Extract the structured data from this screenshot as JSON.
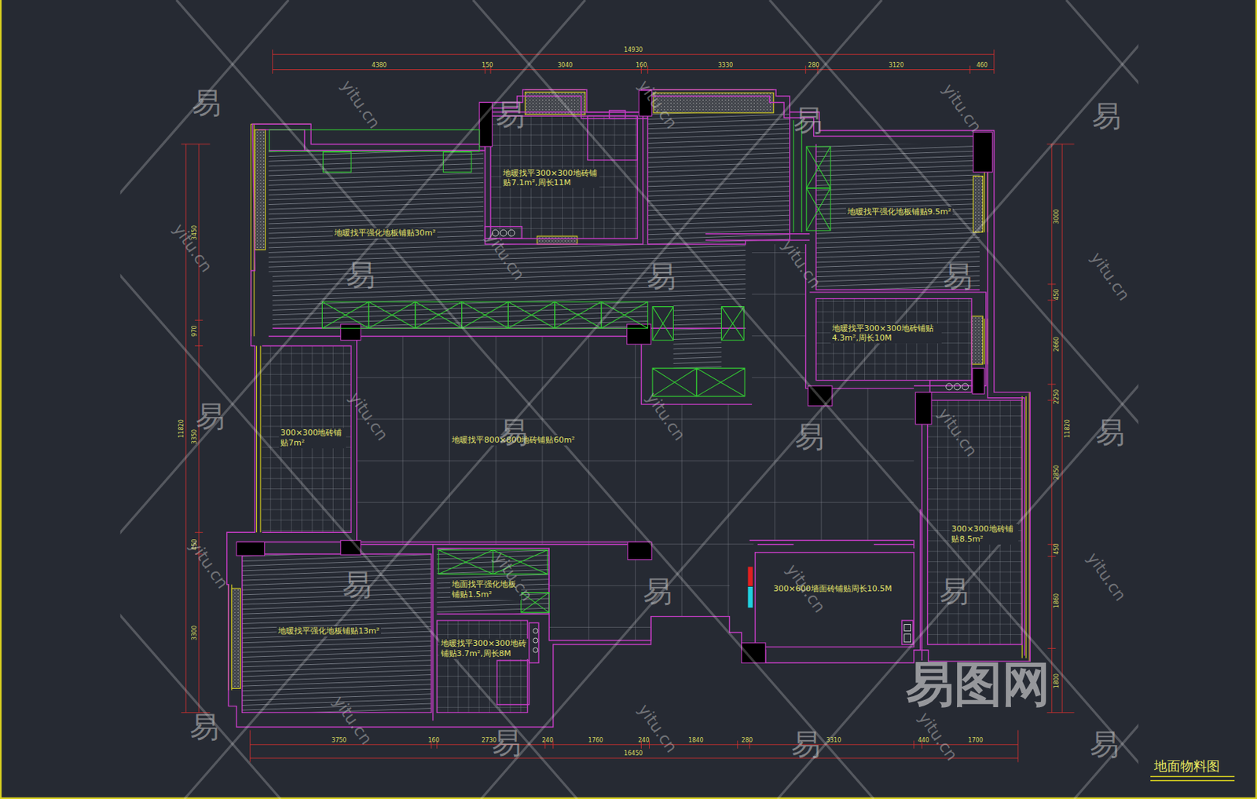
{
  "diagram": {
    "title": "地面物料图",
    "nodes": [
      {
        "text": [
          "地暖找平300×300地砖铺贴7.1m²,周长11M"
        ]
      },
      {
        "text": [
          "地暖找平强化地板铺贴9.5m²"
        ]
      },
      {
        "text": [
          "地暖找平强化地板铺贴30m²"
        ]
      },
      {
        "text": [
          "地暖找平300×300地砖铺贴4.3m²,周长10M"
        ]
      },
      {
        "text": [
          "300×300地砖铺贴7m²"
        ]
      },
      {
        "text": [
          "地暖找平800×800地砖铺贴60m²"
        ]
      },
      {
        "text": [
          "300×300地砖铺贴8.5m²"
        ]
      },
      {
        "text": [
          "地面找平强化地板铺贴1.5m²"
        ]
      },
      {
        "text": [
          "300×600墙面砖铺贴周长10.5M"
        ]
      },
      {
        "text": [
          "地暖找平强化地板铺贴13m²"
        ]
      },
      {
        "text": [
          "地暖找平300×300地砖铺贴3.7m²,周长8M"
        ]
      }
    ],
    "labels": [
      "14930",
      "4380",
      "150",
      "3040",
      "160",
      "3330",
      "280",
      "3120",
      "460",
      "16450",
      "3750",
      "160",
      "2730",
      "240",
      "1760",
      "240",
      "1840",
      "280",
      "3310",
      "440",
      "1700",
      "11820",
      "3450",
      "970",
      "3350",
      "450",
      "3300",
      "11820",
      "3000",
      "450",
      "2660",
      "2250",
      "2850",
      "450",
      "1860",
      "1800",
      "易",
      "易",
      "易",
      "易",
      "易",
      "易",
      "易",
      "易",
      "易",
      "易",
      "易",
      "易",
      "易",
      "易",
      "易",
      "易",
      "易",
      "易",
      "yitu.cn",
      "yitu.cn",
      "yitu.cn",
      "yitu.cn",
      "yitu.cn",
      "yitu.cn",
      "yitu.cn",
      "yitu.cn",
      "yitu.cn",
      "yitu.cn",
      "yitu.cn",
      "yitu.cn",
      "yitu.cn",
      "yitu.cn",
      "yitu.cn",
      "yitu.cn",
      "yitu.cn",
      "易图网"
    ]
  }
}
